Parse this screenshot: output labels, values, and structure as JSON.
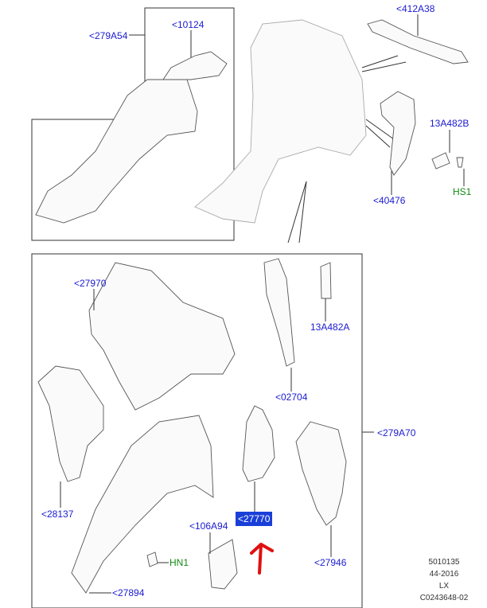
{
  "callouts": {
    "c279A54": "<279A54",
    "c10124": "<10124",
    "c412A38": "<412A38",
    "c13A482B": "13A482B",
    "cHS1": "HS1",
    "c40476": "<40476",
    "c27970": "<27970",
    "c13A482A": "13A482A",
    "c02704": "<02704",
    "c279A70": "<279A70",
    "c28137": "<28137",
    "c27770": "<27770",
    "c106A94": "<106A94",
    "c27946": "<27946",
    "cHN1": "HN1",
    "c27894": "<27894"
  },
  "selected_callout": "<27770",
  "illustration_codes": [
    "5010135",
    "44-2016",
    "LX",
    "C0243648-02"
  ],
  "colors": {
    "callout": "#1a1ad0",
    "fastener": "#138a13",
    "selection": "#1a3fd8",
    "annotation_arrow": "#e01010"
  }
}
